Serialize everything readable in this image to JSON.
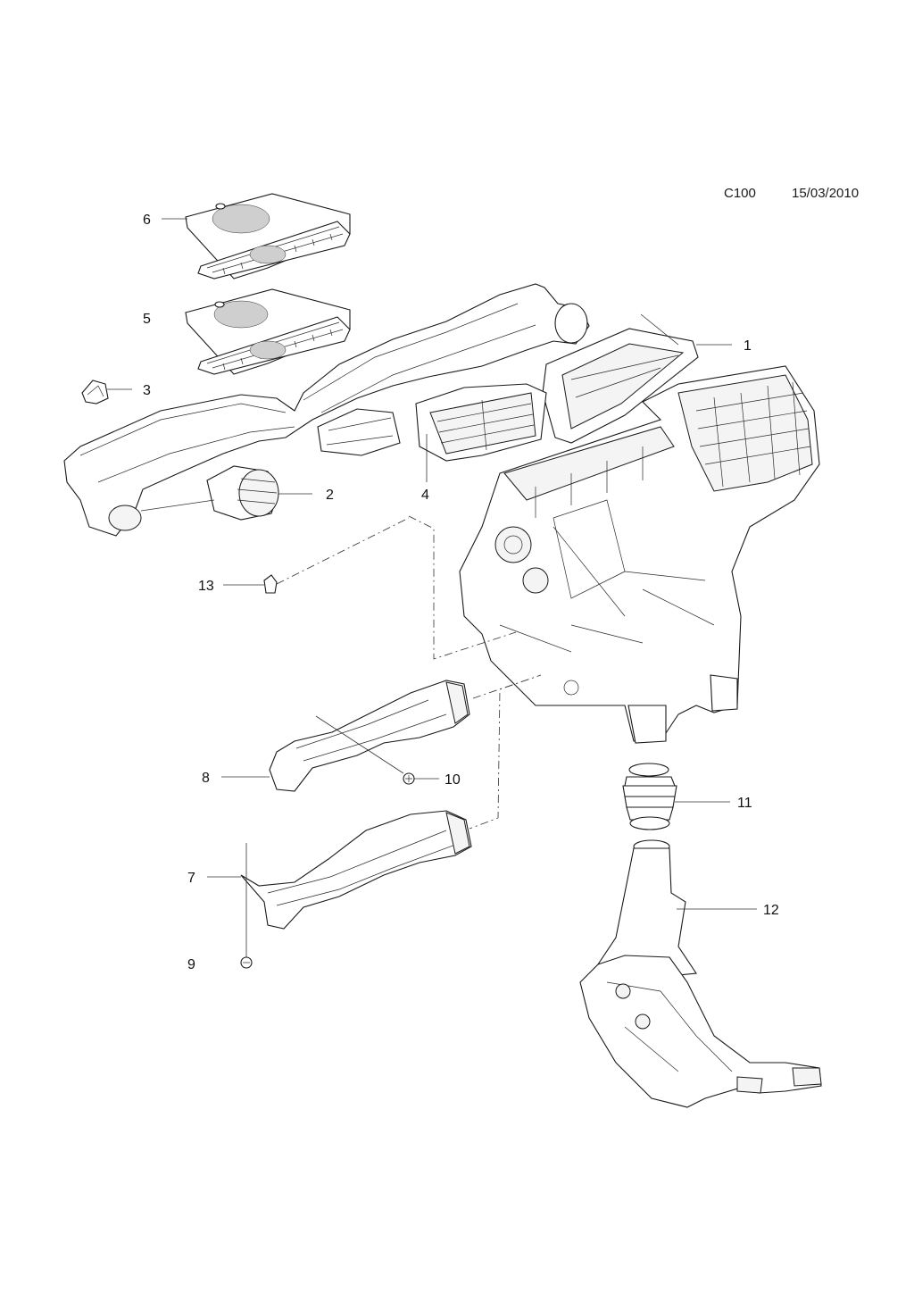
{
  "header": {
    "code": "C100",
    "date": "15/03/2010"
  },
  "callouts": {
    "c1": "1",
    "c2": "2",
    "c3": "3",
    "c4": "4",
    "c5": "5",
    "c6": "6",
    "c7": "7",
    "c8": "8",
    "c9": "9",
    "c10": "10",
    "c11": "11",
    "c12": "12",
    "c13": "13"
  }
}
